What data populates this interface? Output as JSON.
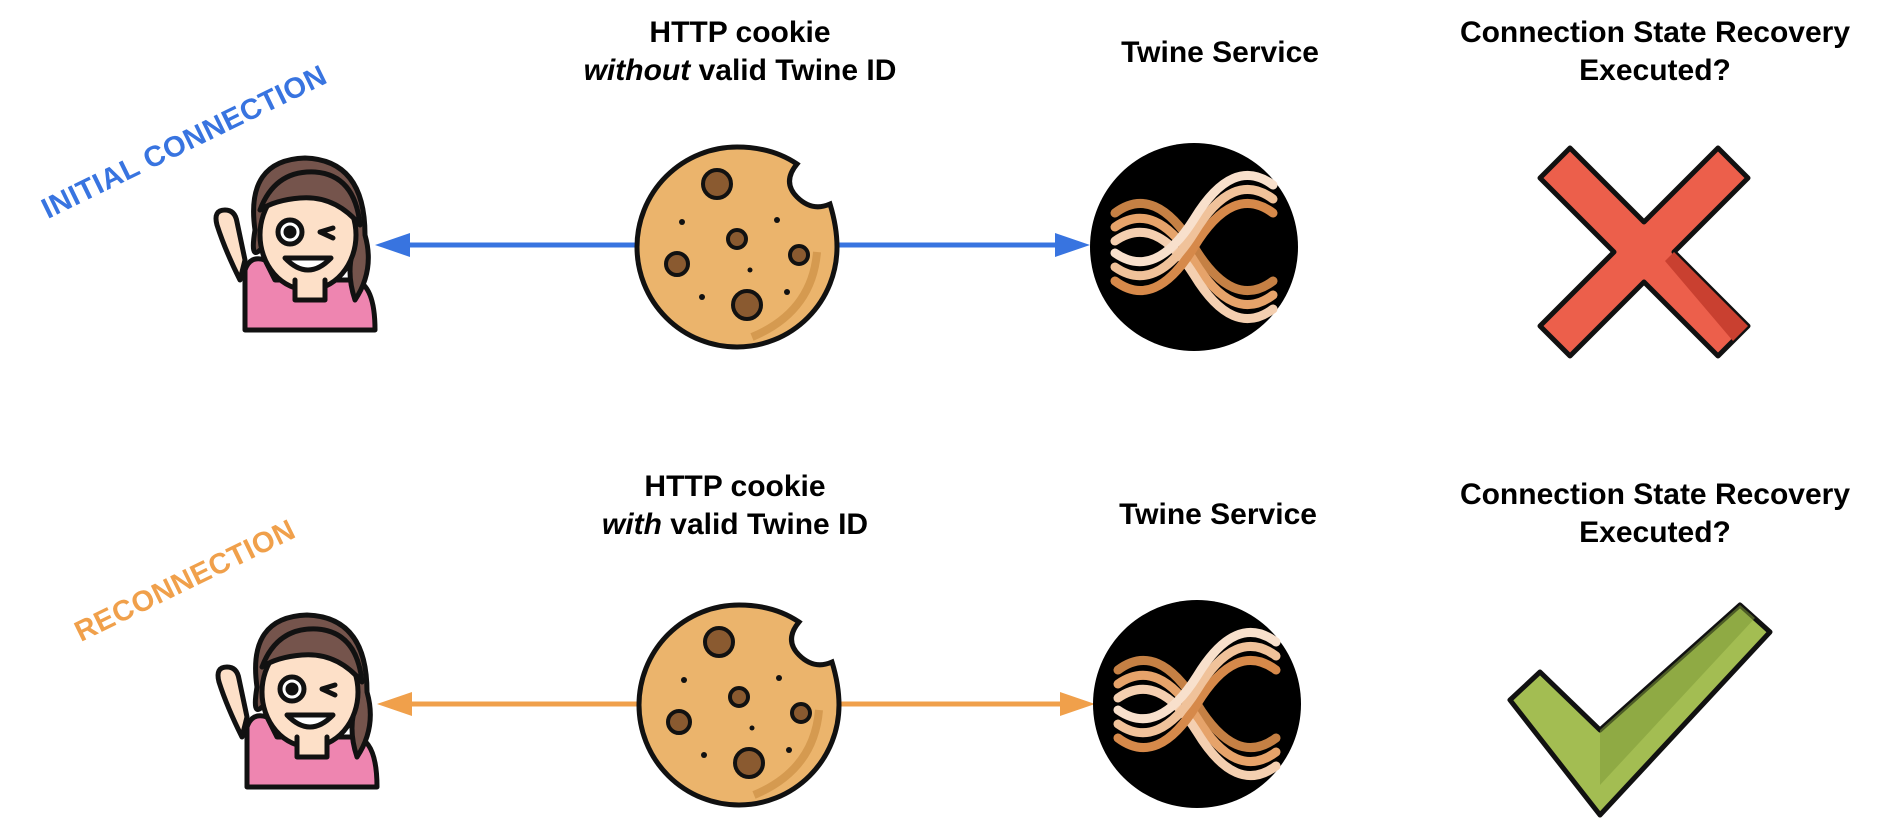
{
  "colors": {
    "initial": "#3874e0",
    "reconnect": "#f0a04b",
    "cookie": "#ebb46c",
    "cookie_chip": "#8a5a30",
    "x_red": "#ec5f4b",
    "check_green": "#a3bd52",
    "twine_bg": "#000000"
  },
  "rows": [
    {
      "tag": "INITIAL CONNECTION",
      "cookie_label_line1": "HTTP cookie",
      "cookie_label_emph": "without",
      "cookie_label_rest": " valid Twine ID",
      "service_label": "Twine Service",
      "recovery_label_line1": "Connection State Recovery",
      "recovery_label_line2": "Executed?",
      "recovery_result_icon": "x-mark-icon"
    },
    {
      "tag": "RECONNECTION",
      "cookie_label_line1": "HTTP cookie",
      "cookie_label_emph": "with",
      "cookie_label_rest": " valid Twine ID",
      "service_label": "Twine Service",
      "recovery_label_line1": "Connection State Recovery",
      "recovery_label_line2": "Executed?",
      "recovery_result_icon": "checkmark-icon"
    }
  ]
}
